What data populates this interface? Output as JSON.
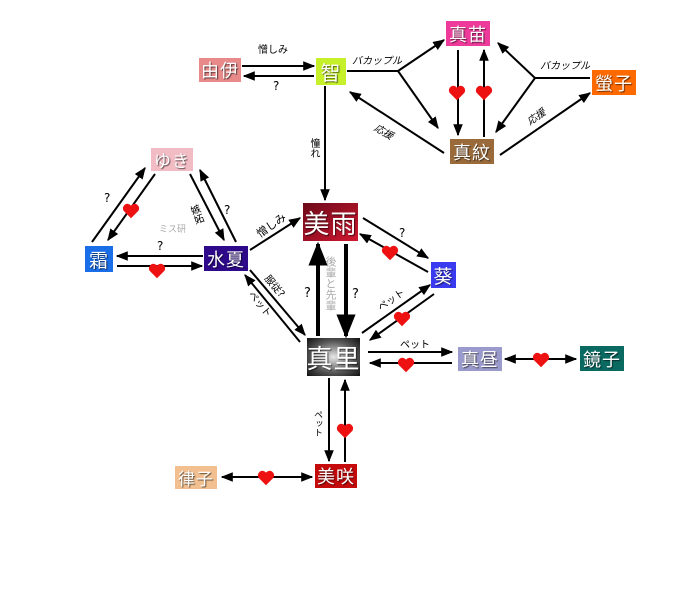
{
  "nodes": {
    "yui": {
      "label": "由伊",
      "color": "#e88a8a"
    },
    "satoshi": {
      "label": "智",
      "color": "#c6f02a"
    },
    "manae": {
      "label": "真苗",
      "color": "#ee3a9a"
    },
    "keiko": {
      "label": "螢子",
      "color": "#ff6a00"
    },
    "mamon": {
      "label": "真紋",
      "color": "#9a6a3a"
    },
    "yuki": {
      "label": "ゆき",
      "color": "#f2bcc4"
    },
    "shimo": {
      "label": "霜",
      "color": "#1a6ee8"
    },
    "minatsu": {
      "label": "水夏",
      "color": "#2e0a8a"
    },
    "miu": {
      "label": "美雨",
      "color": "#a81028"
    },
    "aoi": {
      "label": "葵",
      "color": "#3a3af0"
    },
    "mari": {
      "label": "真里",
      "color": "#333333"
    },
    "mahiru": {
      "label": "真昼",
      "color": "#9a9acc"
    },
    "kyoko": {
      "label": "鏡子",
      "color": "#0a6a62"
    },
    "misaki": {
      "label": "美咲",
      "color": "#c40a0a"
    },
    "ritsuko": {
      "label": "律子",
      "color": "#f2c090"
    }
  },
  "edge_labels": {
    "yui_to_satoshi": "憎しみ",
    "satoshi_to_yui": "?",
    "satoshi_bacouple": "バカップル",
    "keiko_bacouple": "バカップル",
    "mamon_to_satoshi": "応援",
    "mamon_to_keiko": "応援",
    "satoshi_to_miu": "憧れ",
    "minatsu_to_miu": "憎しみ",
    "minatsu_to_yuki": "嫉妬",
    "yuki_minatsu_q": "?",
    "shimo_yuki_q": "?",
    "minatsu_shimo_q": "?",
    "group_label": "ミス研",
    "minatsu_mari": "服従?",
    "mari_minatsu": "ペット",
    "mari_miu_q": "?",
    "miu_mari_q": "?",
    "miu_mari_center": "後輩と先輩",
    "miu_aoi_q": "?",
    "mari_aoi": "ペット",
    "mari_mahiru": "ペット",
    "mari_misaki": "ペット"
  },
  "colors": {
    "heart": "#ee1111",
    "arrow": "#000000"
  }
}
